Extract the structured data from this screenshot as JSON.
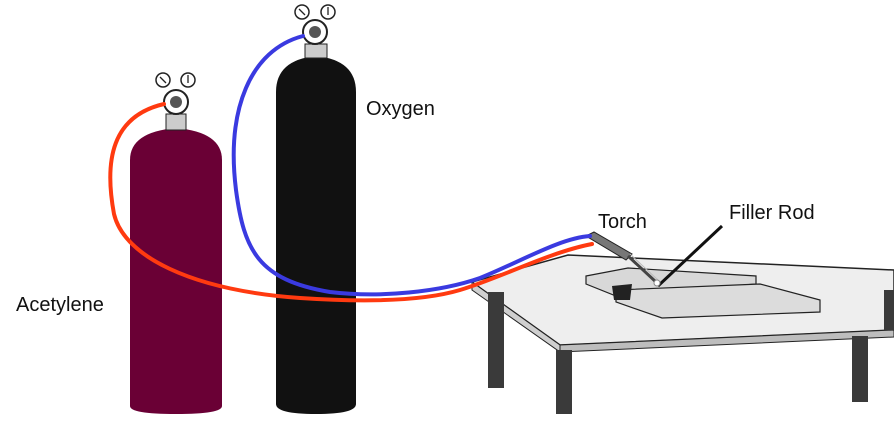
{
  "labels": {
    "oxygen": "Oxygen",
    "torch": "Torch",
    "filler_rod": "Filler Rod",
    "acetylene": "Acetylene"
  },
  "colors": {
    "acetylene_cylinder": "#6a0035",
    "oxygen_cylinder": "#111111",
    "oxygen_hose": "#3a3ae0",
    "acetylene_hose": "#ff3a10",
    "table_top": "#eeeeee",
    "table_leg": "#3a3a3a",
    "plate": "#d8d8d8"
  }
}
